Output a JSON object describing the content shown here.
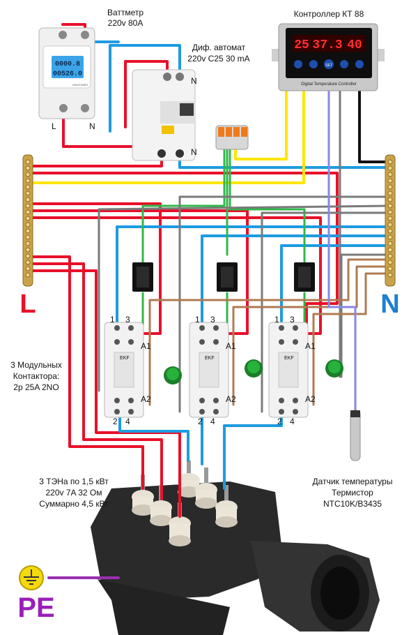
{
  "labels": {
    "wattmeter_title": "Ваттметр",
    "wattmeter_spec": "220v 80A",
    "wattmeter_l": "L",
    "wattmeter_n": "N",
    "rcbo_title": "Диф. автомат",
    "rcbo_spec": "220v C25 30 mA",
    "rcbo_n_top": "N",
    "rcbo_n_bottom": "N",
    "controller_title": "Контроллер КТ 88",
    "controller_panel": "Digital Temperature Controller",
    "bus_l": "L",
    "bus_n": "N",
    "contactors_line1": "3 Модульных",
    "contactors_line2": "Контактора:",
    "contactors_line3": "2p 25A 2NO",
    "heaters_line1": "3 ТЭНа по 1,5 кВт",
    "heaters_line2": "220v 7A 32 Ом",
    "heaters_line3": "Суммарно 4,5 кВт",
    "sensor_line1": "Датчик температуры",
    "sensor_line2": "Термистор",
    "sensor_line3": "NTC10K/B3435",
    "pe": "PE"
  },
  "wattmeter_display": {
    "row1": "0000.8",
    "row2": "00526.0",
    "brand": "SINOTIMER"
  },
  "controller_display": {
    "d1": "25",
    "d2": "37.3",
    "d3": "40",
    "set_label": "SET"
  },
  "contactor": {
    "term_1": "1",
    "term_3": "3",
    "term_a1": "A1",
    "term_a2": "A2",
    "term_2": "2",
    "term_4": "4",
    "brand": "EKF"
  },
  "colors": {
    "line_red": "#e8102a",
    "neutral_blue": "#1e9be0",
    "signal_yellow": "#ffe600",
    "control_gray": "#7a7a7a",
    "control_brown": "#b07a52",
    "control_green": "#2fb84a",
    "sensor_violet": "#8a86e6",
    "ground_purple": "#9a2fb0",
    "label_n_blue": "#1d7fd1",
    "label_l_red": "#e8102a",
    "label_pe_purple": "#9a1fb8"
  }
}
